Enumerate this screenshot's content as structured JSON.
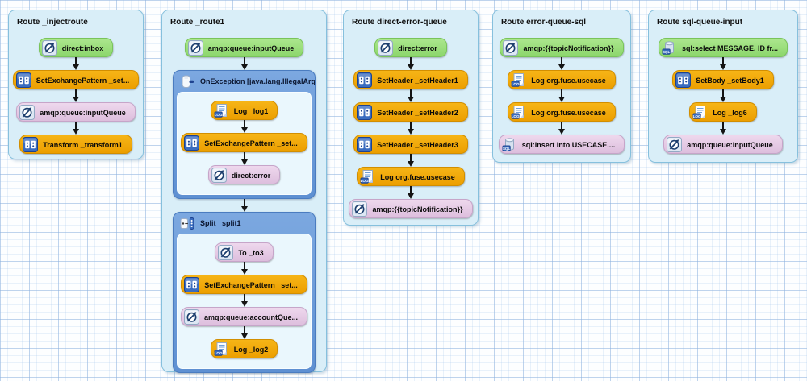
{
  "diagram": {
    "colors": {
      "canvas_grid": "#c7dcf2",
      "route_fill": "#d9eef8",
      "route_border": "#86c0dd",
      "node_green": "#96db75",
      "node_orange": "#f0a502",
      "node_pink": "#e5c8e4",
      "container_blue": "#6b9ad8",
      "container_inner": "#eaf7fd",
      "arrow": "#141414"
    },
    "routes": [
      {
        "title": "Route _injectroute",
        "nodes": [
          {
            "kind": "node",
            "style": "green",
            "icon": "endpoint-icon",
            "name": "endpoint-node",
            "label": "direct:inbox"
          },
          {
            "kind": "node",
            "style": "orange",
            "icon": "eip-icon",
            "name": "set-exchange-pattern-node",
            "label": "SetExchangePattern _set..."
          },
          {
            "kind": "node",
            "style": "pink",
            "icon": "endpoint-icon",
            "name": "endpoint-node",
            "label": "amqp:queue:inputQueue"
          },
          {
            "kind": "node",
            "style": "orange",
            "icon": "eip-icon",
            "name": "transform-node",
            "label": "Transform _transform1"
          }
        ]
      },
      {
        "title": "Route _route1",
        "nodes": [
          {
            "kind": "node",
            "style": "green",
            "icon": "endpoint-icon",
            "name": "endpoint-node",
            "label": "amqp:queue:inputQueue"
          },
          {
            "kind": "container",
            "icon": "on-exception-icon",
            "name": "on-exception-container",
            "label": "OnException [java.lang.IllegalArg...",
            "children": [
              {
                "kind": "node",
                "style": "orange",
                "icon": "log-icon",
                "name": "log-node",
                "label": "Log _log1"
              },
              {
                "kind": "node",
                "style": "orange",
                "icon": "eip-icon",
                "name": "set-exchange-pattern-node",
                "label": "SetExchangePattern _set..."
              },
              {
                "kind": "node",
                "style": "pink",
                "icon": "endpoint-icon",
                "name": "endpoint-node",
                "label": "direct:error"
              }
            ]
          },
          {
            "kind": "container",
            "icon": "split-icon",
            "name": "split-container",
            "label": "Split _split1",
            "children": [
              {
                "kind": "node",
                "style": "pink",
                "icon": "endpoint-icon",
                "name": "to-node",
                "label": "To _to3"
              },
              {
                "kind": "node",
                "style": "orange",
                "icon": "eip-icon",
                "name": "set-exchange-pattern-node",
                "label": "SetExchangePattern _set..."
              },
              {
                "kind": "node",
                "style": "pink",
                "icon": "endpoint-icon",
                "name": "endpoint-node",
                "label": "amqp:queue:accountQue..."
              },
              {
                "kind": "node",
                "style": "orange",
                "icon": "log-icon",
                "name": "log-node",
                "label": "Log _log2"
              }
            ]
          }
        ]
      },
      {
        "title": "Route direct-error-queue",
        "nodes": [
          {
            "kind": "node",
            "style": "green",
            "icon": "endpoint-icon",
            "name": "endpoint-node",
            "label": "direct:error"
          },
          {
            "kind": "node",
            "style": "orange",
            "icon": "eip-icon",
            "name": "set-header-node",
            "label": "SetHeader _setHeader1"
          },
          {
            "kind": "node",
            "style": "orange",
            "icon": "eip-icon",
            "name": "set-header-node",
            "label": "SetHeader _setHeader2"
          },
          {
            "kind": "node",
            "style": "orange",
            "icon": "eip-icon",
            "name": "set-header-node",
            "label": "SetHeader _setHeader3"
          },
          {
            "kind": "node",
            "style": "orange",
            "icon": "log-icon",
            "name": "log-node",
            "label": "Log org.fuse.usecase"
          },
          {
            "kind": "node",
            "style": "pink",
            "icon": "endpoint-icon",
            "name": "endpoint-node",
            "label": "amqp:{{topicNotification}}"
          }
        ]
      },
      {
        "title": "Route error-queue-sql",
        "nodes": [
          {
            "kind": "node",
            "style": "green",
            "icon": "endpoint-icon",
            "name": "endpoint-node",
            "label": "amqp:{{topicNotification}}"
          },
          {
            "kind": "node",
            "style": "orange",
            "icon": "log-icon",
            "name": "log-node",
            "label": "Log org.fuse.usecase"
          },
          {
            "kind": "node",
            "style": "orange",
            "icon": "log-icon",
            "name": "log-node",
            "label": "Log org.fuse.usecase"
          },
          {
            "kind": "node",
            "style": "pink",
            "icon": "sql-icon",
            "name": "sql-endpoint-node",
            "label": "sql:insert into USECASE...."
          }
        ]
      },
      {
        "title": "Route sql-queue-input",
        "nodes": [
          {
            "kind": "node",
            "style": "green",
            "icon": "sql-icon",
            "name": "sql-endpoint-node",
            "label": "sql:select MESSAGE, ID fr..."
          },
          {
            "kind": "node",
            "style": "orange",
            "icon": "eip-icon",
            "name": "set-body-node",
            "label": "SetBody _setBody1"
          },
          {
            "kind": "node",
            "style": "orange",
            "icon": "log-icon",
            "name": "log-node",
            "label": "Log _log6"
          },
          {
            "kind": "node",
            "style": "pink",
            "icon": "endpoint-icon",
            "name": "endpoint-node",
            "label": "amqp:queue:inputQueue"
          }
        ]
      }
    ]
  }
}
